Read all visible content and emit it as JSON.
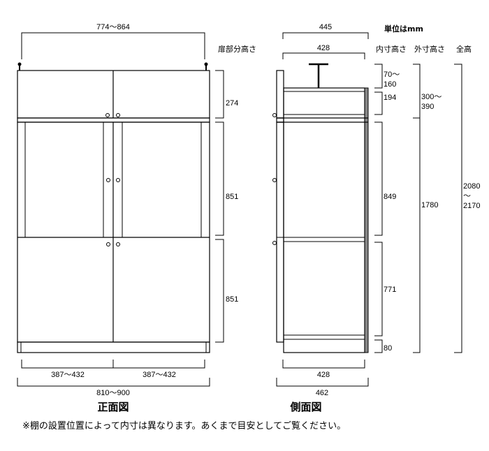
{
  "unit_label": "単位はmm",
  "front_view": {
    "title": "正面図",
    "door_height_header": "扉部分高さ",
    "top_width": "774〜864",
    "door_heights": [
      "274",
      "851",
      "851"
    ],
    "door_widths": [
      "387〜432",
      "387〜432"
    ],
    "overall_width": "810〜900"
  },
  "side_view": {
    "title": "側面図",
    "top_depth": "445",
    "inner_top_depth": "428",
    "bottom_inner_depth": "428",
    "bottom_depth": "462",
    "headers": {
      "inner": "内寸高さ",
      "outer": "外寸高さ",
      "total": "全高"
    },
    "inner_heights": [
      "70〜",
      "160",
      "194",
      "849",
      "771",
      "80"
    ],
    "outer_heights": [
      "300〜",
      "390",
      "1780"
    ],
    "total_height": [
      "2080",
      "〜",
      "2170"
    ]
  },
  "note": "※棚の設置位置によって内寸は異なります。あくまで目安としてご覧ください。"
}
